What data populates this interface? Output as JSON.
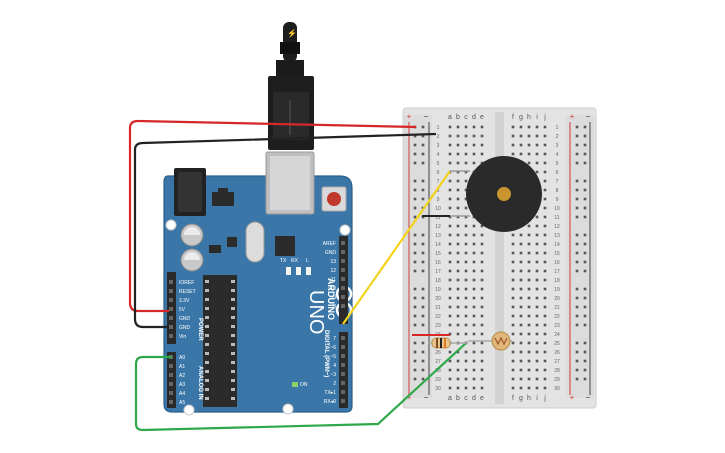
{
  "colors": {
    "board": "#3a77a8",
    "board_dark": "#2c5f87",
    "breadboard": "#e6e6e6",
    "rail_red": "#d43a3a",
    "rail_blue": "#2d2d2d",
    "wire_red": "#d62828",
    "wire_black": "#222222",
    "wire_yellow": "#f2d21b",
    "wire_green": "#2ea84a",
    "buzzer": "#2a2a2a",
    "buzzer_center": "#c8952e",
    "chip": "#2b2b2b"
  },
  "board": {
    "logo": "ARDUINO",
    "model": "UNO",
    "header_power_label": "POWER",
    "header_analog_label": "ANALOG IN",
    "header_digital_label": "DIGITAL (PWM~)",
    "power_pins": [
      "IOREF",
      "RESET",
      "3.3V",
      "5V",
      "GND",
      "GND",
      "Vin"
    ],
    "analog_pins": [
      "A0",
      "A1",
      "A2",
      "A3",
      "A4",
      "A5"
    ],
    "digital_top": [
      "AREF",
      "GND",
      "13",
      "12",
      "~11",
      "~10",
      "~9",
      "8"
    ],
    "digital_bottom": [
      "7",
      "~6",
      "~5",
      "4",
      "~3",
      "2",
      "TX▸1",
      "RX◂0"
    ],
    "led_labels": [
      "TX",
      "RX",
      "L"
    ],
    "on_label": "ON",
    "usb_symbol": "⚡"
  },
  "breadboard": {
    "columns_left": [
      "a",
      "b",
      "c",
      "d",
      "e"
    ],
    "columns_right": [
      "f",
      "g",
      "h",
      "i",
      "j"
    ],
    "rows": [
      "1",
      "2",
      "3",
      "4",
      "5",
      "6",
      "7",
      "8",
      "9",
      "10",
      "11",
      "12",
      "13",
      "14",
      "15",
      "16",
      "17",
      "18",
      "19",
      "20",
      "21",
      "22",
      "23",
      "24",
      "25",
      "26",
      "27",
      "28",
      "29",
      "30"
    ],
    "rail_plus": "+",
    "rail_minus": "−"
  }
}
